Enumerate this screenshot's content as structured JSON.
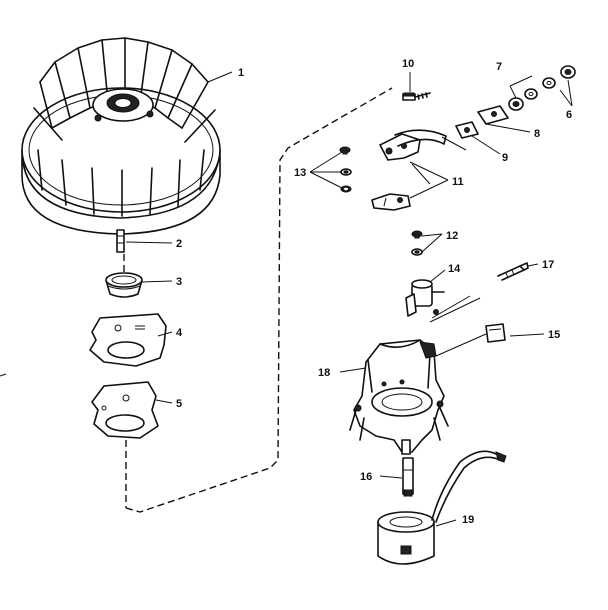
{
  "callouts": {
    "c1": "1",
    "c2": "2",
    "c3": "3",
    "c4": "4",
    "c5": "5",
    "c6": "6",
    "c7": "7",
    "c8": "8",
    "c9": "9",
    "c10": "10",
    "c11": "11",
    "c12": "12",
    "c13": "13",
    "c14": "14",
    "c15": "15",
    "c16": "16",
    "c17": "17",
    "c18": "18",
    "c19": "19"
  },
  "colors": {
    "ink": "#111111",
    "paper": "#ffffff"
  }
}
